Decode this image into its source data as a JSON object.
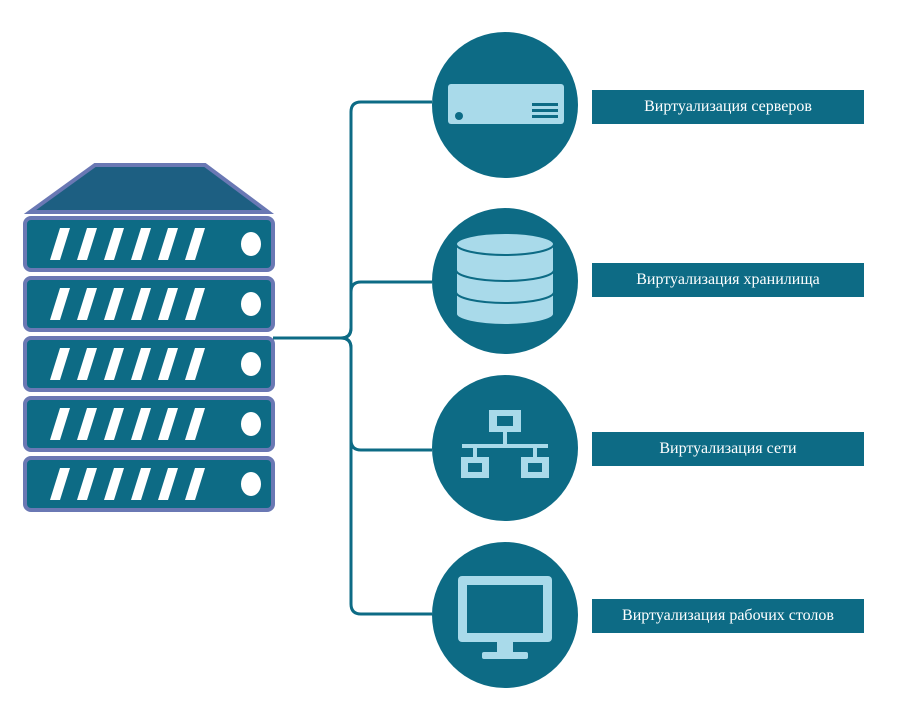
{
  "colors": {
    "primary": "#0d6b85",
    "light": "#a9daea",
    "server_fill": "#0d6b85",
    "server_border": "#6a78b4",
    "server_top": "#1d5f82",
    "label_text": "#ffffff"
  },
  "hub": {
    "icon": "server-rack-icon",
    "units": 5
  },
  "items": [
    {
      "label": "Виртуализация серверов",
      "icon": "server-unit-icon"
    },
    {
      "label": "Виртуализация хранилища",
      "icon": "database-icon"
    },
    {
      "label": "Виртуализация сети",
      "icon": "network-icon"
    },
    {
      "label": "Виртуализация рабочих столов",
      "icon": "monitor-icon"
    }
  ]
}
